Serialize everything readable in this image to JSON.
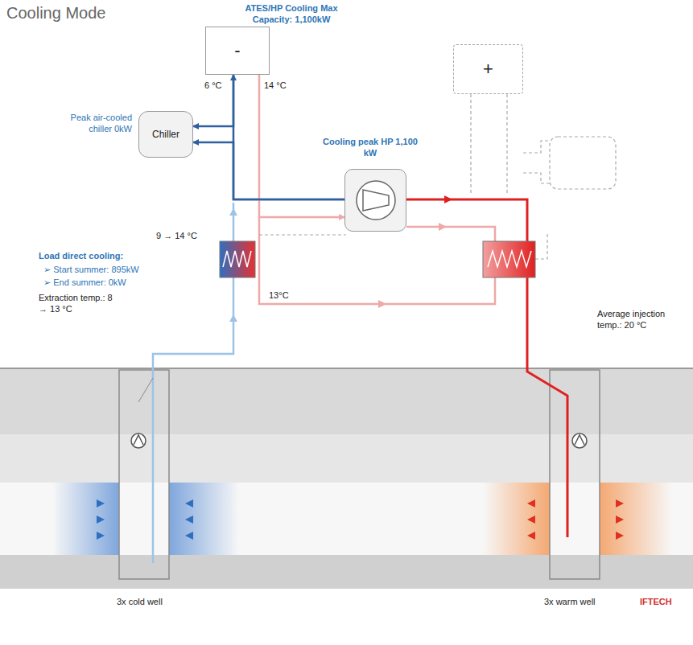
{
  "diagram": {
    "title": "Cooling Mode",
    "nodes": [
      {
        "text": [
          "ATES/HP Cooling Max Capacity: 1,100kW",
          "-"
        ]
      },
      {
        "text": [
          "+"
        ]
      },
      {
        "text": [
          "Chiller"
        ]
      },
      {
        "text": [
          "Cooling peak HP 1,100 kW"
        ]
      }
    ],
    "edges": [
      {
        "from": 3,
        "to": 0,
        "arrow": "to"
      },
      {
        "from": 0,
        "to": 3,
        "arrow": "to"
      },
      {
        "from": 0,
        "to": 2,
        "arrow": "to"
      },
      {
        "from": 3,
        "to": 2,
        "arrow": "to"
      }
    ],
    "labels": [
      "Peak air-cooled chiller 0kW",
      "6 °C",
      "14 °C",
      "9 → 14 °C",
      "Load direct cooling:",
      "➢ Start summer: 895kW",
      "➢ End summer: 0kW",
      "Extraction temp.: 8 → 13 °C",
      "13°C",
      "Average injection temp.: 20 °C",
      "3x cold well",
      "3x warm well",
      "IFTECH"
    ]
  }
}
